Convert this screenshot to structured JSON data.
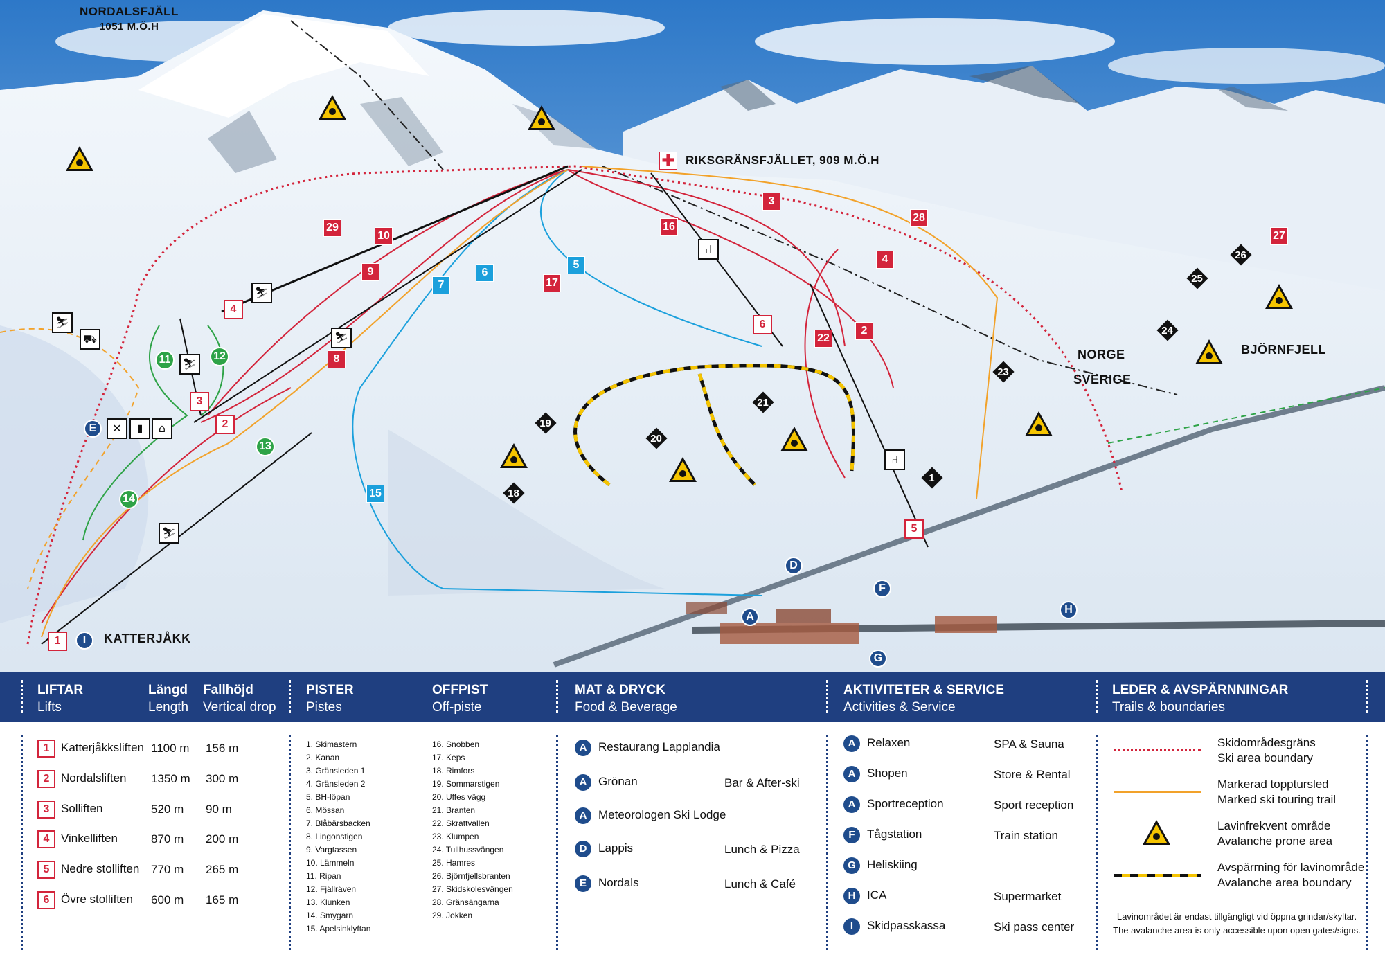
{
  "map": {
    "peaks": [
      {
        "id": "nordalsfjall",
        "name": "NORDALSFJÄLL",
        "sub": "1051 M.Ö.H"
      },
      {
        "id": "riksgransfjallet",
        "name": "RIKSGRÄNSFJÄLLET, 909 M.Ö.H"
      }
    ],
    "places": {
      "katterjakk": "KATTERJÅKK",
      "norge": "NORGE",
      "sverige": "SVERIGE",
      "bjornfjell": "BJÖRNFJELL"
    },
    "red_pistes": [
      "29",
      "10",
      "9",
      "8",
      "4",
      "3",
      "16",
      "17",
      "22",
      "2",
      "28",
      "27"
    ],
    "blue_pistes": [
      "7",
      "6",
      "5",
      "15"
    ],
    "green_pistes": [
      "11",
      "12",
      "13",
      "14"
    ],
    "offpiste": [
      "19",
      "20",
      "21",
      "18",
      "23",
      "24",
      "25",
      "26",
      "1"
    ],
    "lift_markers": [
      "1",
      "2",
      "3",
      "4",
      "5",
      "6"
    ],
    "service_markers": [
      "E",
      "D",
      "A",
      "F",
      "G",
      "H",
      "I"
    ],
    "colors": {
      "red": "#d3243b",
      "blue": "#1ba0dc",
      "green": "#2ea347",
      "black": "#111111",
      "navy": "#1f3f80",
      "orange": "#f2a22a",
      "warning": "#f5c400"
    }
  },
  "legend": {
    "lifts": {
      "title": "LIFTAR",
      "title_en": "Lifts",
      "length_title": "Längd",
      "length_title_en": "Length",
      "drop_title": "Fallhöjd",
      "drop_title_en": "Vertical drop",
      "items": [
        {
          "num": "1",
          "name": "Katterjåkksliften",
          "length": "1100 m",
          "drop": "156 m"
        },
        {
          "num": "2",
          "name": "Nordalsliften",
          "length": "1350 m",
          "drop": "300 m"
        },
        {
          "num": "3",
          "name": "Solliften",
          "length": "520 m",
          "drop": "90 m"
        },
        {
          "num": "4",
          "name": "Vinkelliften",
          "length": "870 m",
          "drop": "200 m"
        },
        {
          "num": "5",
          "name": "Nedre stolliften",
          "length": "770 m",
          "drop": "265 m"
        },
        {
          "num": "6",
          "name": "Övre stolliften",
          "length": "600 m",
          "drop": "165 m"
        }
      ]
    },
    "pistes": {
      "title": "PISTER",
      "title_en": "Pistes",
      "items": [
        "1. Skimastern",
        "2. Kanan",
        "3. Gränsleden 1",
        "4. Gränsleden 2",
        "5. BH-löpan",
        "6. Mössan",
        "7. Blåbärsbacken",
        "8. Lingonstigen",
        "9. Vargtassen",
        "10. Lämmeln",
        "11. Ripan",
        "12. Fjällräven",
        "13. Klunken",
        "14. Smygarn",
        "15. Apelsinklyftan"
      ]
    },
    "offpiste": {
      "title": "OFFPIST",
      "title_en": "Off-piste",
      "items": [
        "16. Snobben",
        "17. Keps",
        "18. Rimfors",
        "19. Sommarstigen",
        "20. Uffes vägg",
        "21. Branten",
        "22. Skrattvallen",
        "23. Klumpen",
        "24. Tullhussvängen",
        "25. Hamres",
        "26. Björnfjellsbranten",
        "27. Skidskolesvängen",
        "28. Gränsängarna",
        "29. Jokken"
      ]
    },
    "food": {
      "title": "MAT & DRYCK",
      "title_en": "Food & Beverage",
      "items": [
        {
          "letter": "A",
          "name": "Restaurang Lapplandia",
          "note": ""
        },
        {
          "letter": "A",
          "name": "Grönan",
          "note": "Bar & After-ski"
        },
        {
          "letter": "A",
          "name": "Meteorologen Ski Lodge",
          "note": ""
        },
        {
          "letter": "D",
          "name": "Lappis",
          "note": "Lunch & Pizza"
        },
        {
          "letter": "E",
          "name": "Nordals",
          "note": "Lunch & Café"
        }
      ]
    },
    "activities": {
      "title": "AKTIVITETER & SERVICE",
      "title_en": "Activities & Service",
      "items": [
        {
          "letter": "A",
          "name": "Relaxen",
          "note": "SPA & Sauna"
        },
        {
          "letter": "A",
          "name": "Shopen",
          "note": "Store & Rental"
        },
        {
          "letter": "A",
          "name": "Sportreception",
          "note": "Sport reception"
        },
        {
          "letter": "F",
          "name": "Tågstation",
          "note": "Train station"
        },
        {
          "letter": "G",
          "name": "Heliskiing",
          "note": ""
        },
        {
          "letter": "H",
          "name": "ICA",
          "note": "Supermarket"
        },
        {
          "letter": "I",
          "name": "Skidpasskassa",
          "note": "Ski pass center"
        }
      ]
    },
    "trails": {
      "title": "LEDER & AVSPÄRNNINGAR",
      "title_en": "Trails & boundaries",
      "items": [
        {
          "type": "ski-area-boundary",
          "sv": "Skidområdesgräns",
          "en": "Ski area boundary"
        },
        {
          "type": "touring-trail",
          "sv": "Markerad topptursled",
          "en": "Marked ski touring trail"
        },
        {
          "type": "avalanche-prone",
          "sv": "Lavinfrekvent område",
          "en": "Avalanche prone area"
        },
        {
          "type": "avalanche-boundary",
          "sv": "Avspärrning för lavinområde",
          "en": "Avalanche area boundary"
        }
      ],
      "note_sv": "Lavinområdet är endast tillgängligt vid öppna grindar/skyltar.",
      "note_en": "The avalanche area is only accessible upon open gates/signs."
    }
  }
}
